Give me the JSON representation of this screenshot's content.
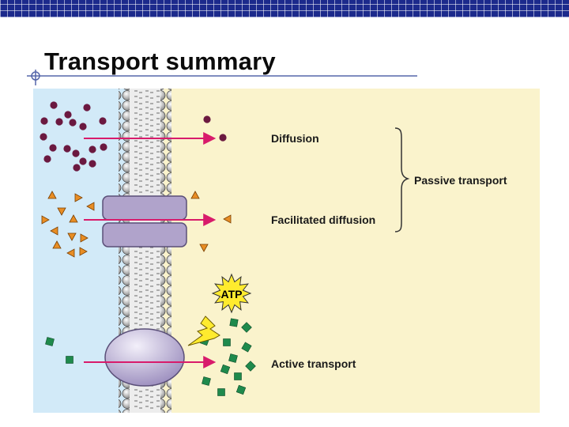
{
  "slide": {
    "title": "Transport summary"
  },
  "diagram": {
    "labels": {
      "diffusion": "Diffusion",
      "facilitated": "Facilitated diffusion",
      "passive": "Passive transport",
      "active": "Active transport",
      "atp": "ATP"
    },
    "colors": {
      "outside": "#d2eaf8",
      "inside": "#faf3cc",
      "arrow": "#d81b6b",
      "diffusion_molecule": "#6b1940",
      "facilitated_molecule": "#e88d24",
      "active_molecule": "#1f8a4c",
      "channel_protein": "#b0a3cb",
      "pump_protein": "#c7bde0",
      "atp_burst": "#ffeb2e"
    }
  }
}
